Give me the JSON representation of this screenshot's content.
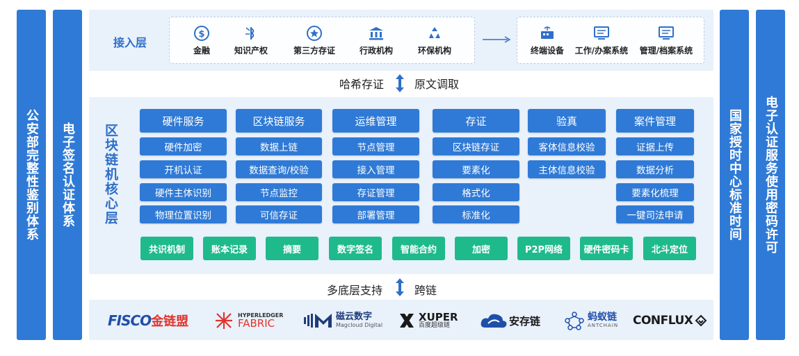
{
  "left_pillars": [
    "公安部完整性鉴别体系",
    "电子签名认证体系"
  ],
  "right_pillars": [
    "国家授时中心标准时间",
    "电子认证服务使用密码许可"
  ],
  "access_layer": {
    "title": "接入层",
    "items": [
      {
        "label": "金融",
        "icon": "dollar-coin-icon"
      },
      {
        "label": "知识产权",
        "icon": "ip-rights-icon"
      },
      {
        "label": "第三方存证",
        "icon": "star-badge-icon"
      },
      {
        "label": "行政机构",
        "icon": "government-building-icon"
      },
      {
        "label": "环保机构",
        "icon": "recycle-icon"
      }
    ],
    "targets": [
      {
        "label": "终端设备",
        "icon": "terminal-device-icon"
      },
      {
        "label": "工作/办案系统",
        "icon": "monitor-icon"
      },
      {
        "label": "管理/档案系统",
        "icon": "monitor-icon"
      }
    ]
  },
  "connector_top": {
    "left": "哈希存证",
    "right": "原文调取"
  },
  "core_layer": {
    "title": "区块链机核心层",
    "columns": [
      {
        "header": "硬件服务",
        "items": [
          "硬件加密",
          "开机认证",
          "硬件主体识别",
          "物理位置识别"
        ]
      },
      {
        "header": "区块链服务",
        "items": [
          "数据上链",
          "数据查询/校验",
          "节点监控",
          "可信存证"
        ]
      },
      {
        "header": "运维管理",
        "items": [
          "节点管理",
          "接入管理",
          "存证管理",
          "部署管理"
        ]
      },
      {
        "header": "存证",
        "items": [
          "区块链存证",
          "要素化",
          "格式化",
          "标准化"
        ]
      },
      {
        "header": "验真",
        "items": [
          "客体信息校验",
          "主体信息校验"
        ]
      },
      {
        "header": "案件管理",
        "items": [
          "证据上传",
          "数据分析",
          "要素化梳理",
          "一键司法申请"
        ]
      }
    ],
    "base": [
      "共识机制",
      "账本记录",
      "摘要",
      "数字签名",
      "智能合约",
      "加密",
      "P2P网络",
      "硬件密码卡",
      "北斗定位"
    ]
  },
  "connector_bottom": {
    "left": "多底层支持",
    "right": "跨链"
  },
  "platforms": {
    "fisco_a": "FISCO",
    "fisco_b": "金链盟",
    "hyperledger_a": "HYPERLEDGER",
    "hyperledger_b": "FABRIC",
    "magcloud_a": "磁云数字",
    "magcloud_b": "Magcloud Digital",
    "xuper_a": "XUPER",
    "xuper_b": "百度超级链",
    "ancun": "安存链",
    "antchain_a": "蚂蚁链",
    "antchain_b": "ANTCHAIN",
    "conflux": "CONFLUX"
  },
  "colors": {
    "primary": "#2f7ad6",
    "accent_green": "#1fba8c",
    "panel": "#e9f1fb"
  }
}
